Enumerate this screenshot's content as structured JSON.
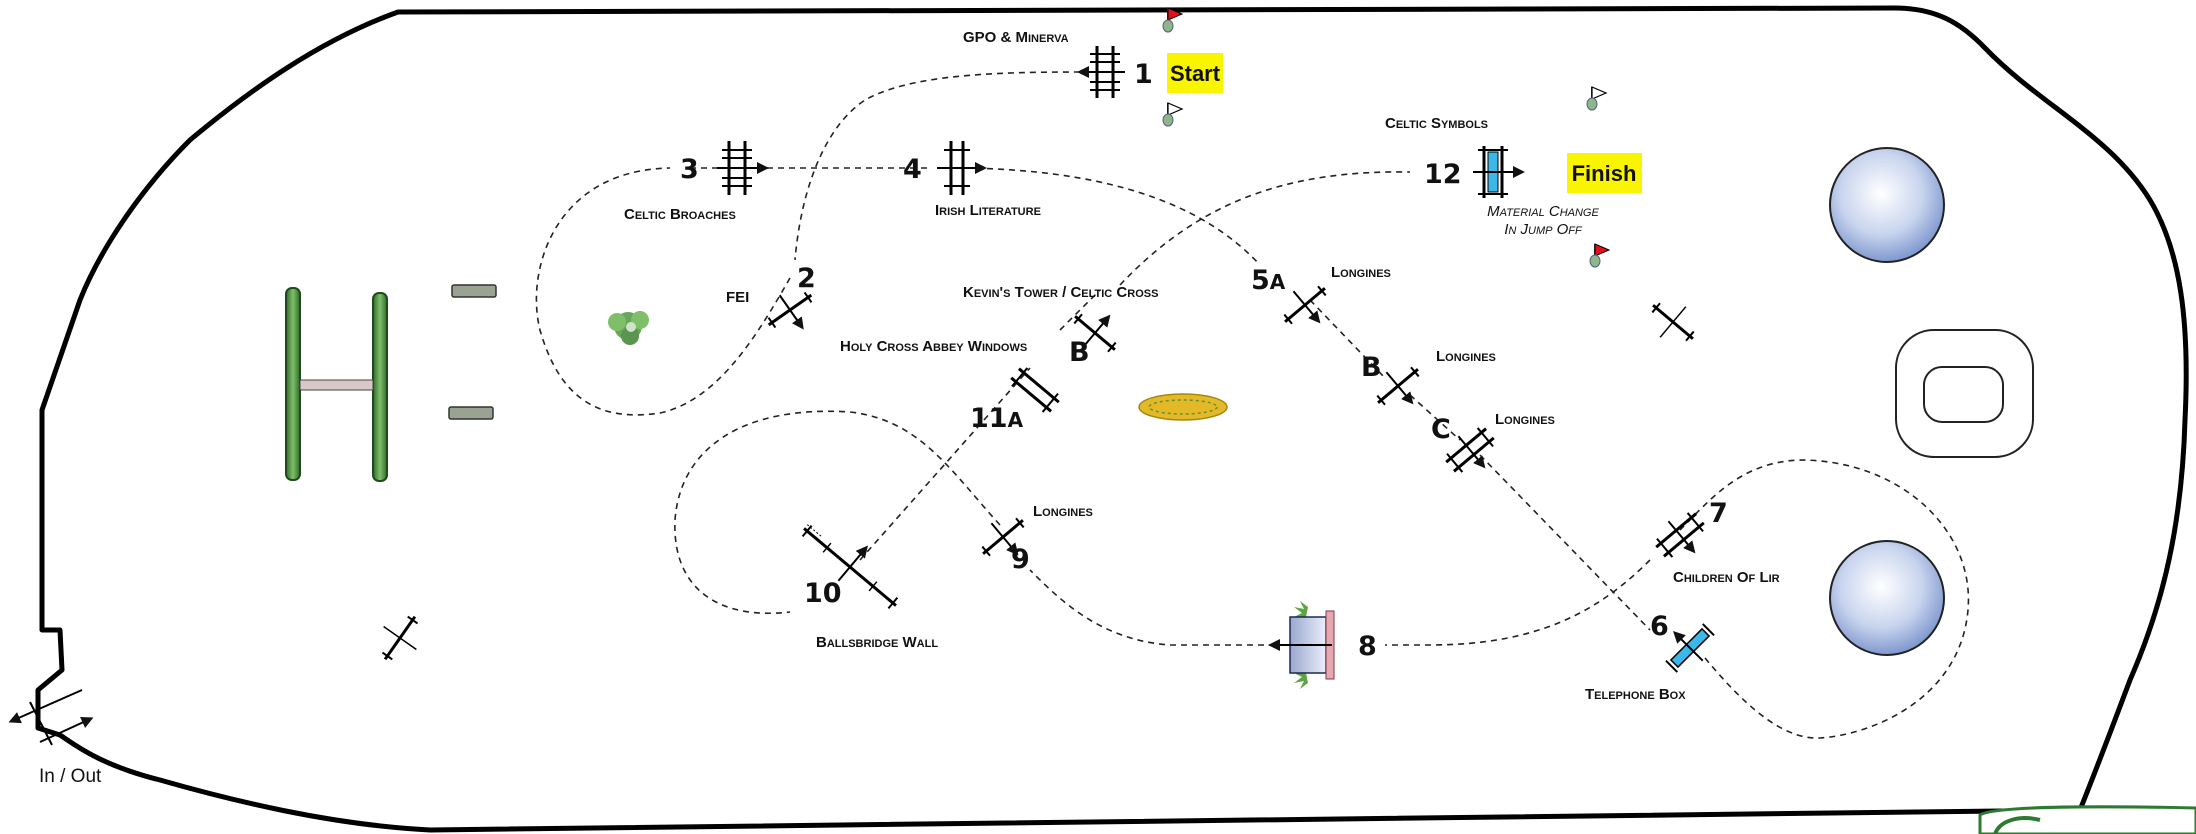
{
  "course_title": "",
  "markers": {
    "start": "Start",
    "finish": "Finish",
    "entrance": "In / Out"
  },
  "numbers": {
    "n1": "1",
    "n2": "2",
    "n3": "3",
    "n4": "4",
    "n5": "5",
    "n5s": "A",
    "n5b": "B",
    "n5c": "C",
    "n6": "6",
    "n7": "7",
    "n8": "8",
    "n9": "9",
    "n10": "10",
    "n11": "11",
    "n11s": "A",
    "n11b": "B",
    "n12": "12"
  },
  "fences": {
    "f1": "GPO & Minerva",
    "f2": "FEI",
    "f3": "Celtic Broaches",
    "f4": "Irish Literature",
    "f5a": "Longines",
    "f5b": "Longines",
    "f5c": "Longines",
    "f6": "Telephone Box",
    "f7": "Children Of Lir",
    "f9": "Longines",
    "f10": "Ballsbridge Wall",
    "f11a": "Holy Cross Abbey Windows",
    "f11b": "Kevin's Tower / Celtic Cross",
    "f12": "Celtic Symbols"
  },
  "notes": {
    "line1": "Material Change",
    "line2": "In Jump Off"
  },
  "colors": {
    "highlight": "#f9f400",
    "flag_red": "#e3101b",
    "water": "#3bb7e8",
    "pond": "#9fb3dc",
    "hedge": "#3f8a3a"
  }
}
